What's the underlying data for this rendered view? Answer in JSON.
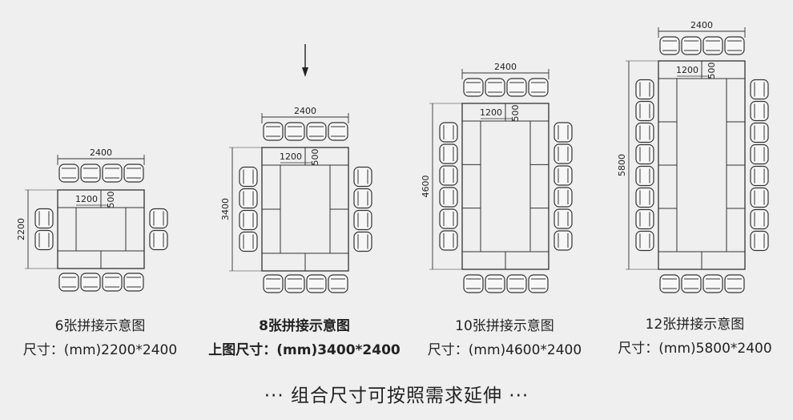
{
  "layouts": [
    {
      "title": "6张拼接示意图",
      "size": "尺寸：(mm)2200*2400",
      "width": "2400",
      "height": "2200",
      "table_w": "1200",
      "table_d": "500",
      "bold": false
    },
    {
      "title": "8张拼接示意图",
      "size": "上图尺寸：(mm)3400*2400",
      "width": "2400",
      "height": "3400",
      "table_w": "1200",
      "table_d": "500",
      "bold": true
    },
    {
      "title": "10张拼接示意图",
      "size": "尺寸：(mm)4600*2400",
      "width": "2400",
      "height": "4600",
      "table_w": "1200",
      "table_d": "500",
      "bold": false
    },
    {
      "title": "12张拼接示意图",
      "size": "尺寸：(mm)5800*2400",
      "width": "2400",
      "height": "5800",
      "table_w": "1200",
      "table_d": "500",
      "bold": false
    }
  ],
  "footer": "··· 组合尺寸可按照需求延伸 ···",
  "colors": {
    "line": "#333333",
    "background": "#efefef",
    "chair_fill": "#f7f7f7"
  },
  "icons": {
    "pointer": "down-arrow-icon",
    "chair": "chair-icon"
  }
}
